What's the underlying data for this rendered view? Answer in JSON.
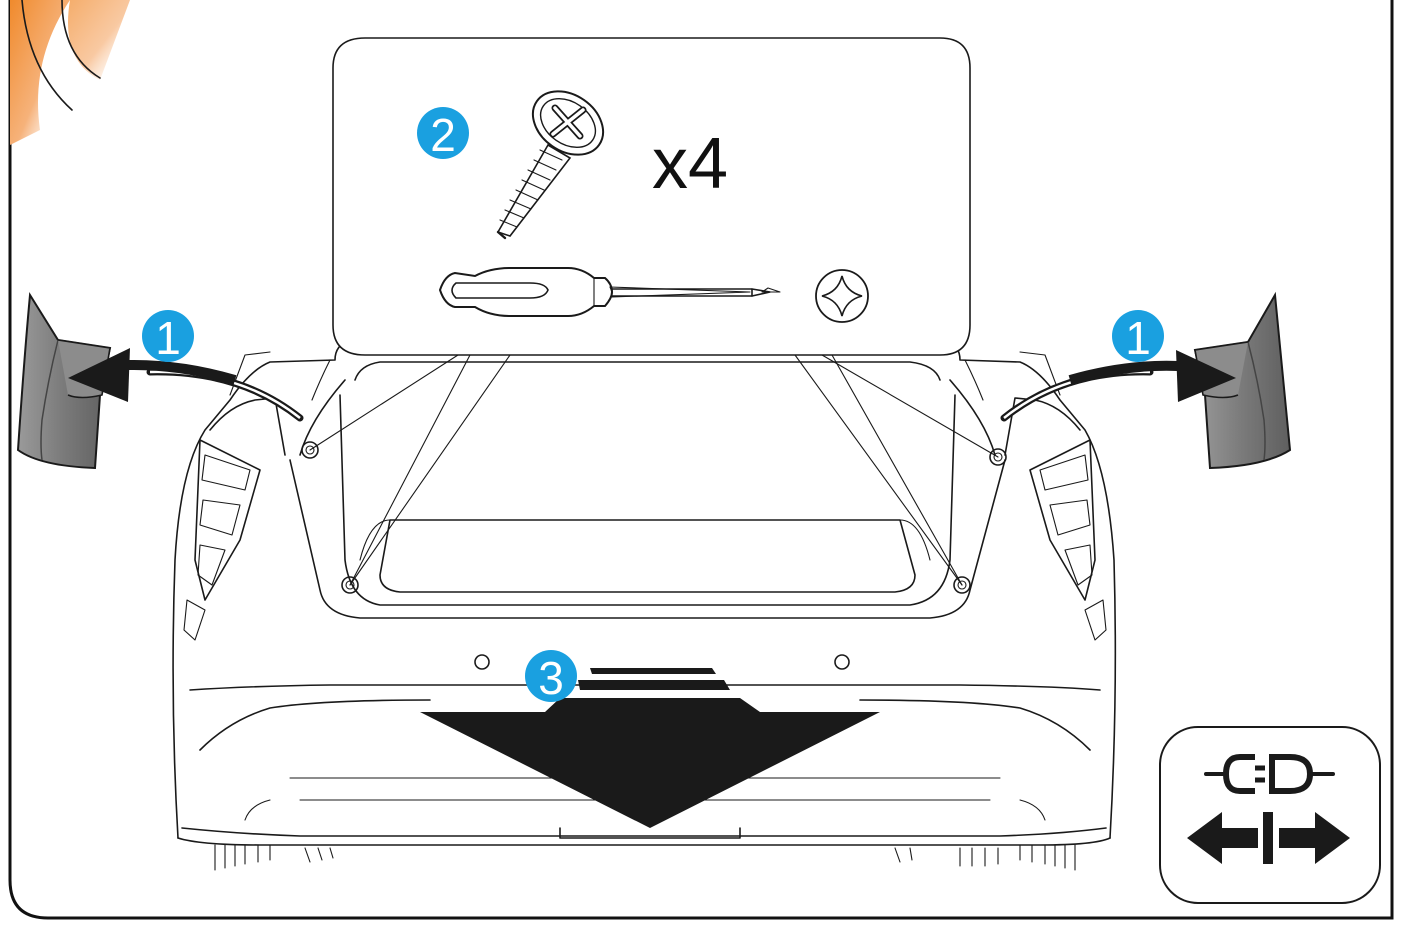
{
  "steps": [
    {
      "id": "remove-left-trim-panel",
      "number": "1"
    },
    {
      "id": "remove-screws",
      "number": "2"
    },
    {
      "id": "pull-bumper",
      "number": "3"
    },
    {
      "id": "remove-right-trim-panel",
      "number": "1"
    }
  ],
  "screw_quantity": "x4",
  "tools": {
    "screw": "cross-head-screw-icon",
    "screwdriver": "phillips-screwdriver-icon",
    "bit_type": "phillips-bit-icon"
  },
  "connector_symbol": {
    "plug": "electrical-plug-connector-icon",
    "arrows": "disconnect-arrows-icon"
  },
  "colors": {
    "step_badge": "#1aa0e0",
    "corner_accent": "#f08a2c",
    "trim_panel": "#7d7d7d",
    "line_art": "#1a1a1a"
  }
}
